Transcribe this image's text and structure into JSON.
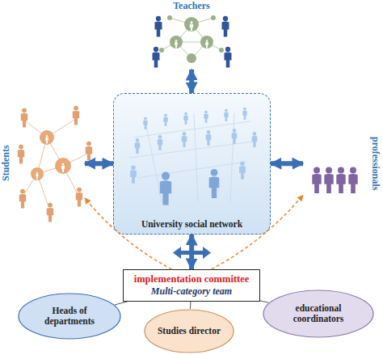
{
  "diagram": {
    "nodes": [
      {
        "text": [
          "Teachers"
        ]
      },
      {
        "text": [
          "Students"
        ]
      },
      {
        "text": [
          "University social network"
        ]
      },
      {
        "text": [
          "professionals"
        ]
      },
      {
        "text": [
          "implementation committee",
          "Multi-category team"
        ]
      },
      {
        "text": [
          "Heads of departments"
        ]
      },
      {
        "text": [
          "Studies director"
        ]
      },
      {
        "text": [
          "educational coordinators"
        ]
      }
    ],
    "edges": [
      {
        "from": 0,
        "to": 2,
        "arrow": "both"
      },
      {
        "from": 1,
        "to": 2,
        "arrow": "both"
      },
      {
        "from": 2,
        "to": 3,
        "arrow": "both"
      },
      {
        "from": 4,
        "to": 2,
        "arrow": "both"
      },
      {
        "from": 4,
        "to": 1,
        "arrow": "to"
      },
      {
        "from": 4,
        "to": 3,
        "arrow": "to"
      },
      {
        "from": 4,
        "to": 5,
        "arrow": "none"
      },
      {
        "from": 4,
        "to": 6,
        "arrow": "none"
      },
      {
        "from": 4,
        "to": 7,
        "arrow": "none"
      }
    ]
  }
}
